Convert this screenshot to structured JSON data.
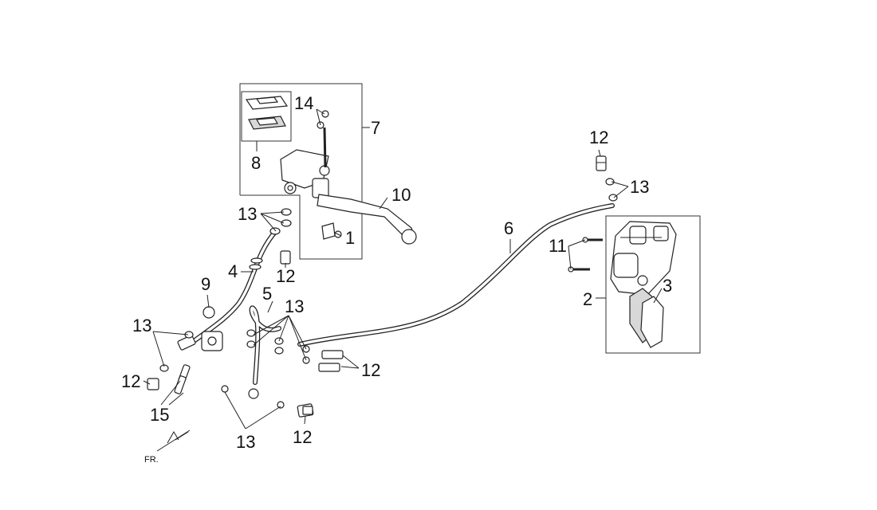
{
  "diagram": {
    "callouts": {
      "c1": "1",
      "c2": "2",
      "c3": "3",
      "c4": "4",
      "c5": "5",
      "c6": "6",
      "c7": "7",
      "c8": "8",
      "c9": "9",
      "c10": "10",
      "c11": "11",
      "c12_top_right": "12",
      "c12_under_master": "12",
      "c12_left": "12",
      "c12_right_bolts": "12",
      "c12_bottom": "12",
      "c13_master": "13",
      "c13_right": "13",
      "c13_middle": "13",
      "c13_left": "13",
      "c13_bottom": "13",
      "c14": "14",
      "c15": "15"
    },
    "direction_label": "FR."
  }
}
